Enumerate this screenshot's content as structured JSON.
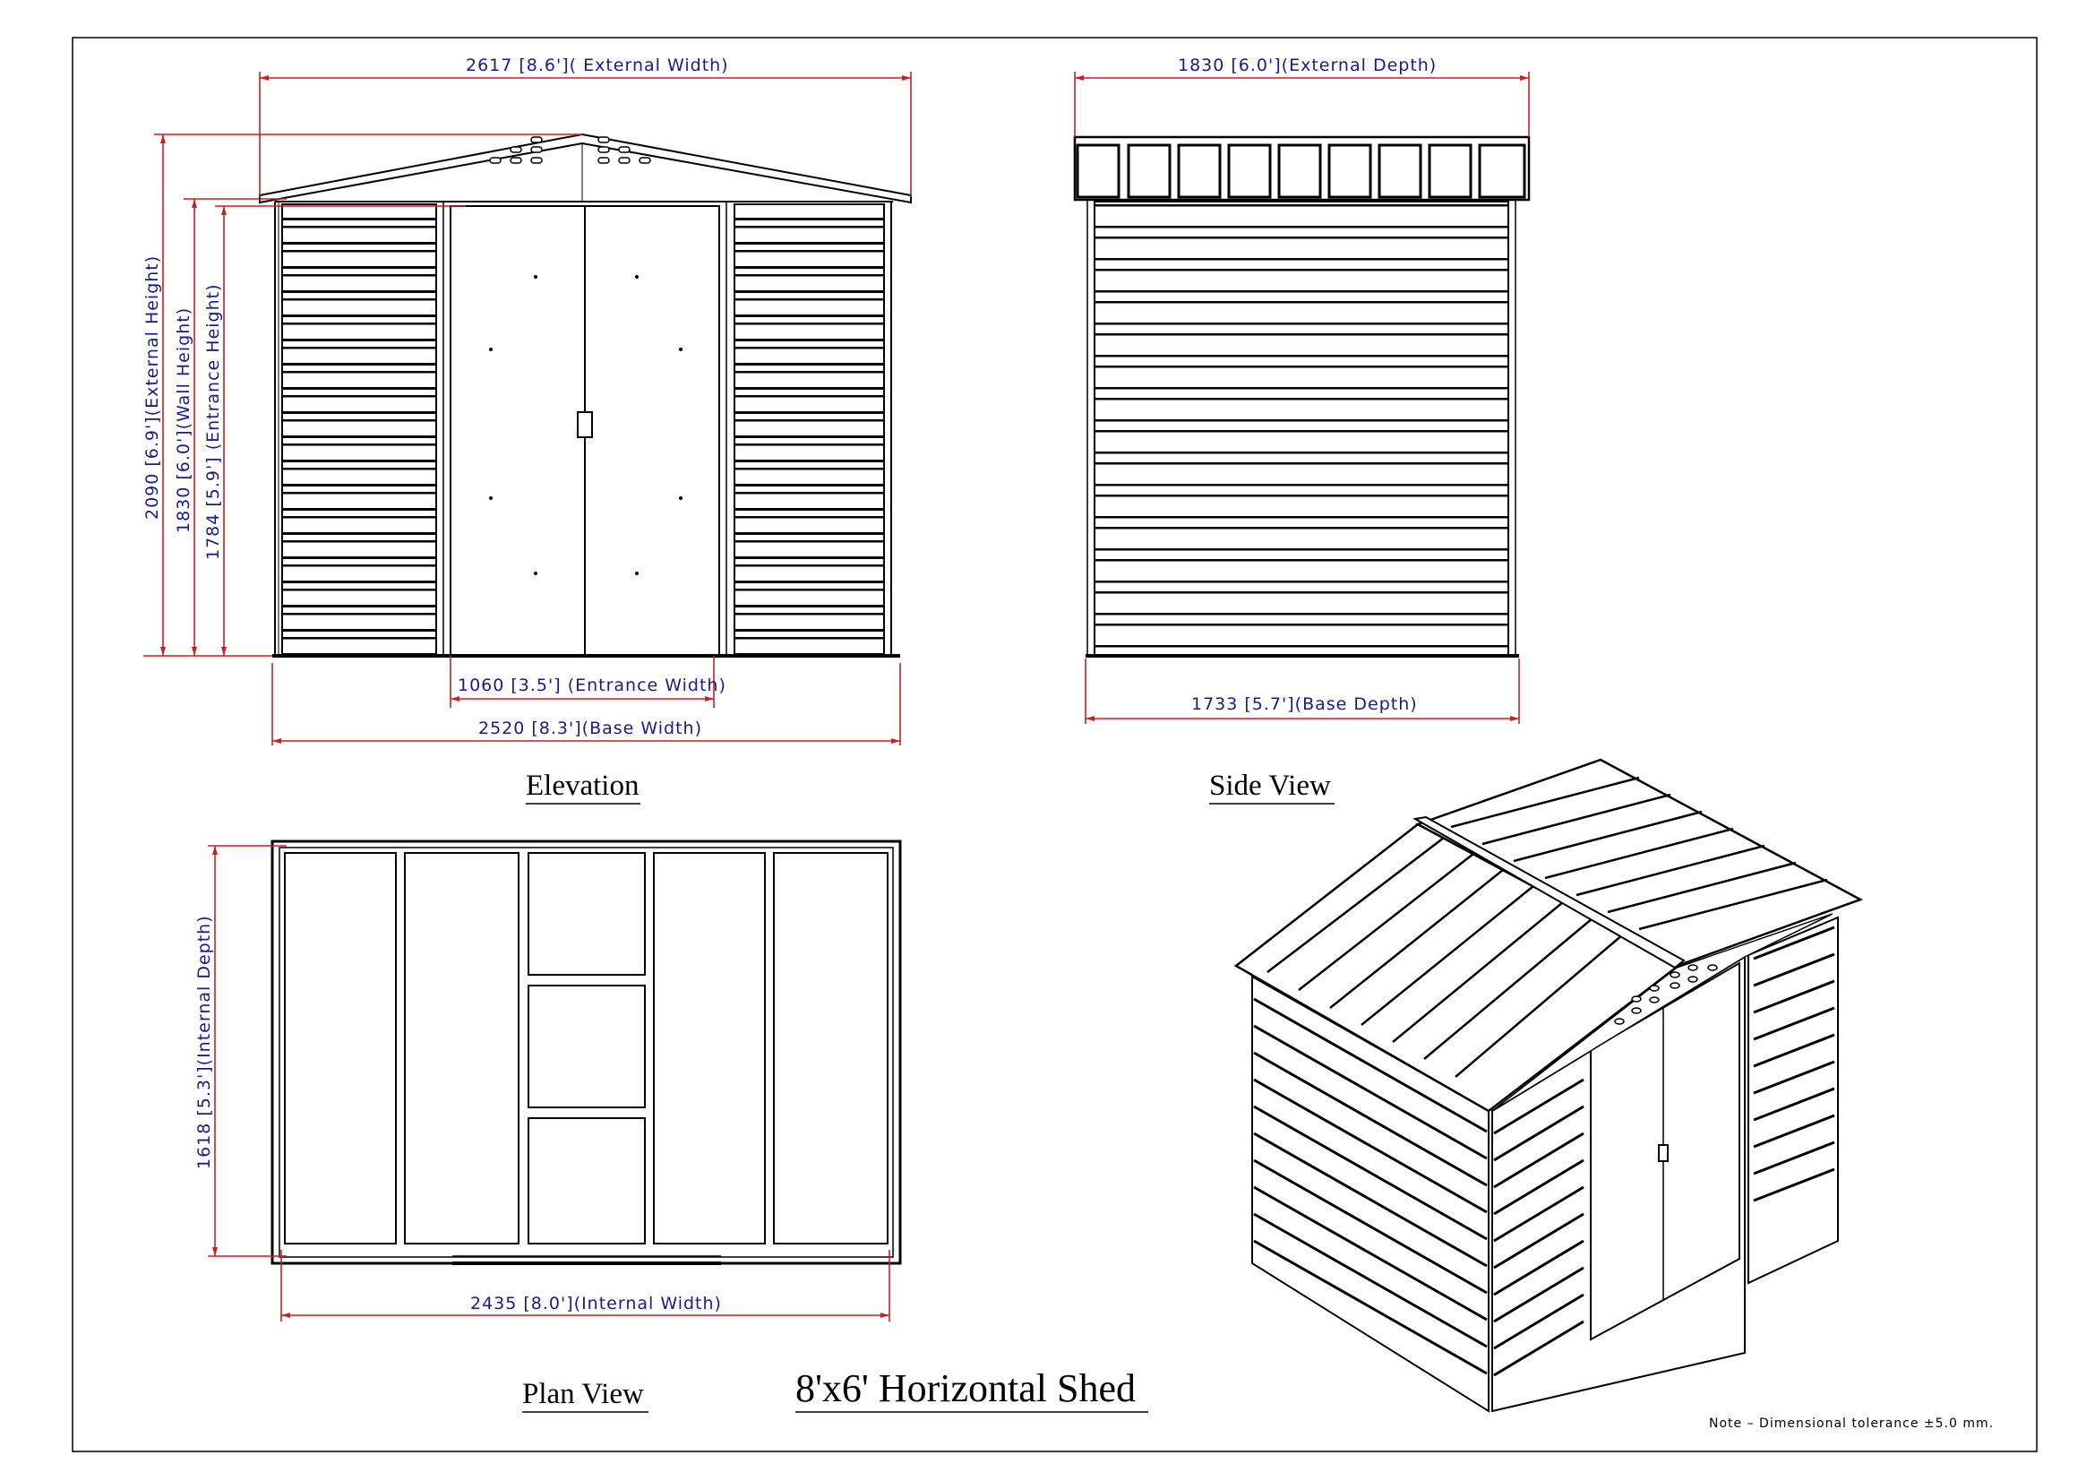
{
  "drawing": {
    "title": "8'x6'  Horizontal Shed",
    "note": "Note  –  Dimensional  tolerance   ±5.0 mm.",
    "colors": {
      "dimension_line": "#cc1f1f",
      "dimension_text": "#1a1a8c",
      "linework": "#000000",
      "background": "#ffffff"
    }
  },
  "views": {
    "elevation": {
      "title": "Elevation",
      "dimensions": {
        "external_width": "2617  [8.6']( External  Width)",
        "external_height": "2090  [6.9'](External  Height)",
        "wall_height": "1830  [6.0'](Wall  Height)",
        "entrance_height": "1784  [5.9']  (Entrance  Height)",
        "entrance_width": "1060  [3.5']  (Entrance  Width)",
        "base_width": "2520  [8.3'](Base  Width)"
      }
    },
    "side": {
      "title": "Side View",
      "dimensions": {
        "external_depth": "1830  [6.0'](External  Depth)",
        "base_depth": "1733  [5.7'](Base  Depth)"
      }
    },
    "plan": {
      "title": "Plan View",
      "dimensions": {
        "internal_depth": "1618  [5.3'](Internal  Depth)",
        "internal_width": "2435  [8.0'](Internal  Width)"
      }
    },
    "isometric": {
      "title": ""
    }
  },
  "dimension_values_mm": {
    "external_width": 2617,
    "external_height": 2090,
    "wall_height": 1830,
    "entrance_height": 1784,
    "entrance_width": 1060,
    "base_width": 2520,
    "external_depth": 1830,
    "base_depth": 1733,
    "internal_depth": 1618,
    "internal_width": 2435
  },
  "dimension_values_ft": {
    "external_width": 8.6,
    "external_height": 6.9,
    "wall_height": 6.0,
    "entrance_height": 5.9,
    "entrance_width": 3.5,
    "base_width": 8.3,
    "external_depth": 6.0,
    "base_depth": 5.7,
    "internal_depth": 5.3,
    "internal_width": 8.0
  }
}
